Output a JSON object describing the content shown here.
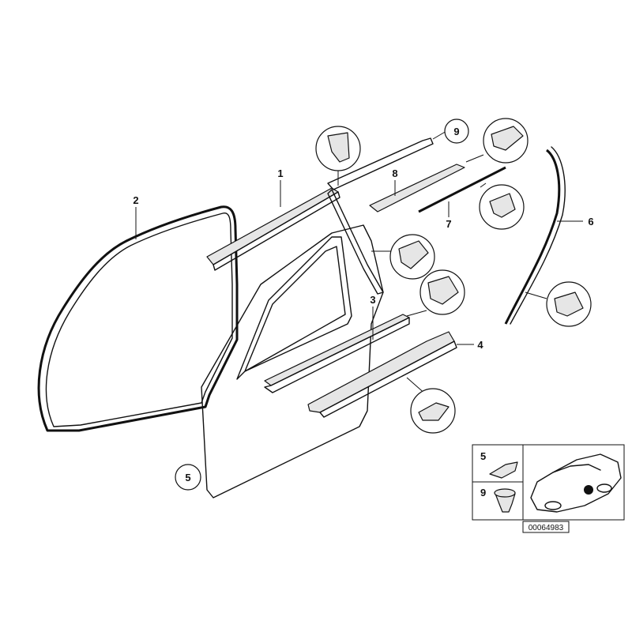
{
  "labels": {
    "p1": "1",
    "p2": "2",
    "p3": "3",
    "p4": "4",
    "p5": "5",
    "p6": "6",
    "p7": "7",
    "p8": "8",
    "p9": "9"
  },
  "inset": {
    "row1": "5",
    "row2": "9"
  },
  "diagram_code": "00064983"
}
